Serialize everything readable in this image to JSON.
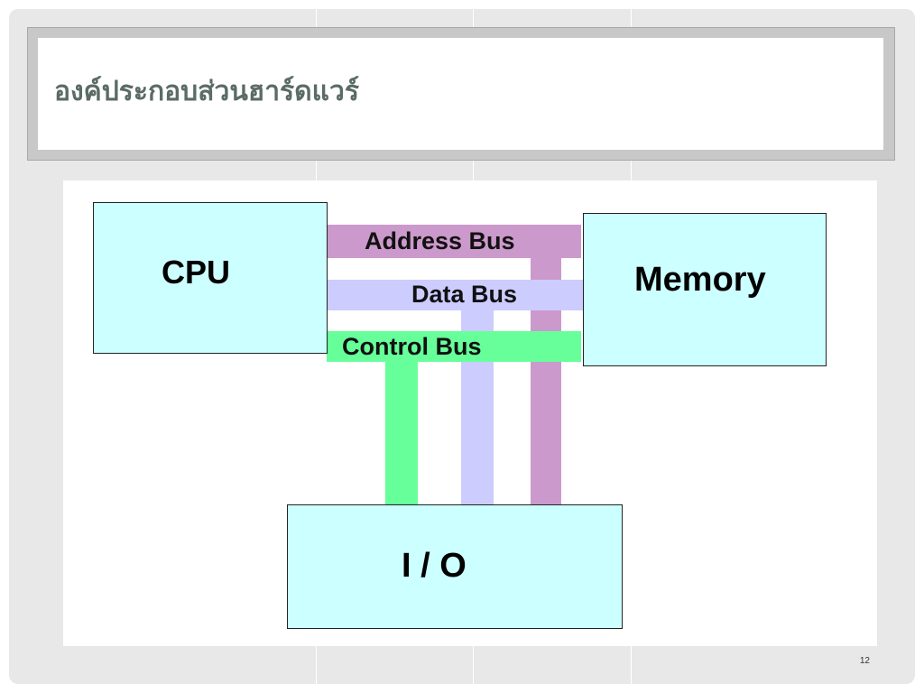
{
  "slide": {
    "title": "องค์ประกอบส่วนฮาร์ดแวร์",
    "page_number": "12"
  },
  "diagram": {
    "boxes": {
      "cpu": "CPU",
      "memory": "Memory",
      "io": "I / O"
    },
    "buses": {
      "address": {
        "label": "Address Bus",
        "color": "#cc99cc"
      },
      "data": {
        "label": "Data Bus",
        "color": "#ccccff"
      },
      "control": {
        "label": "Control Bus",
        "color": "#66ff99"
      }
    },
    "box_fill": "#ccffff"
  }
}
